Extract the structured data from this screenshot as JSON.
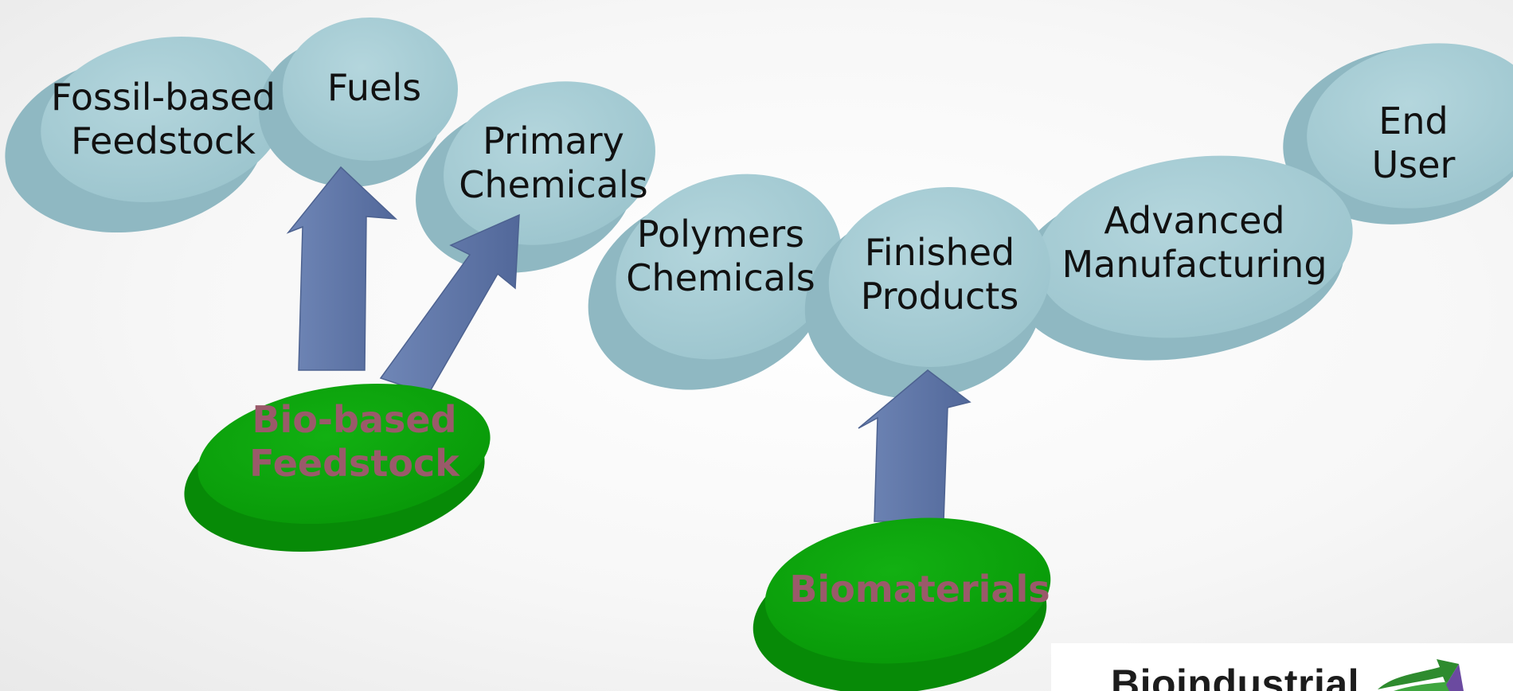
{
  "nodes": {
    "fossil_feedstock": "Fossil-based\nFeedstock",
    "fuels": "Fuels",
    "primary_chemicals": "Primary\nChemicals",
    "polymers_chemicals": "Polymers\nChemicals",
    "finished_products": "Finished\nProducts",
    "advanced_manufacturing": "Advanced\nManufacturing",
    "end_user": "End\nUser"
  },
  "bio_nodes": {
    "bio_feedstock": "Bio-based\nFeedstock",
    "biomaterials": "Biomaterials"
  },
  "logo": {
    "text": "Bioindustrial"
  },
  "colors": {
    "node_fill": "#a7cdd5",
    "node_side": "#8fb8c2",
    "bio_fill": "#0aa00a",
    "bio_side": "#078a07",
    "arrow_fill": "#5d74a4",
    "bio_text": "#9a5a6a",
    "logo_green": "#2e8b2e",
    "logo_purple": "#6b4aa0"
  }
}
